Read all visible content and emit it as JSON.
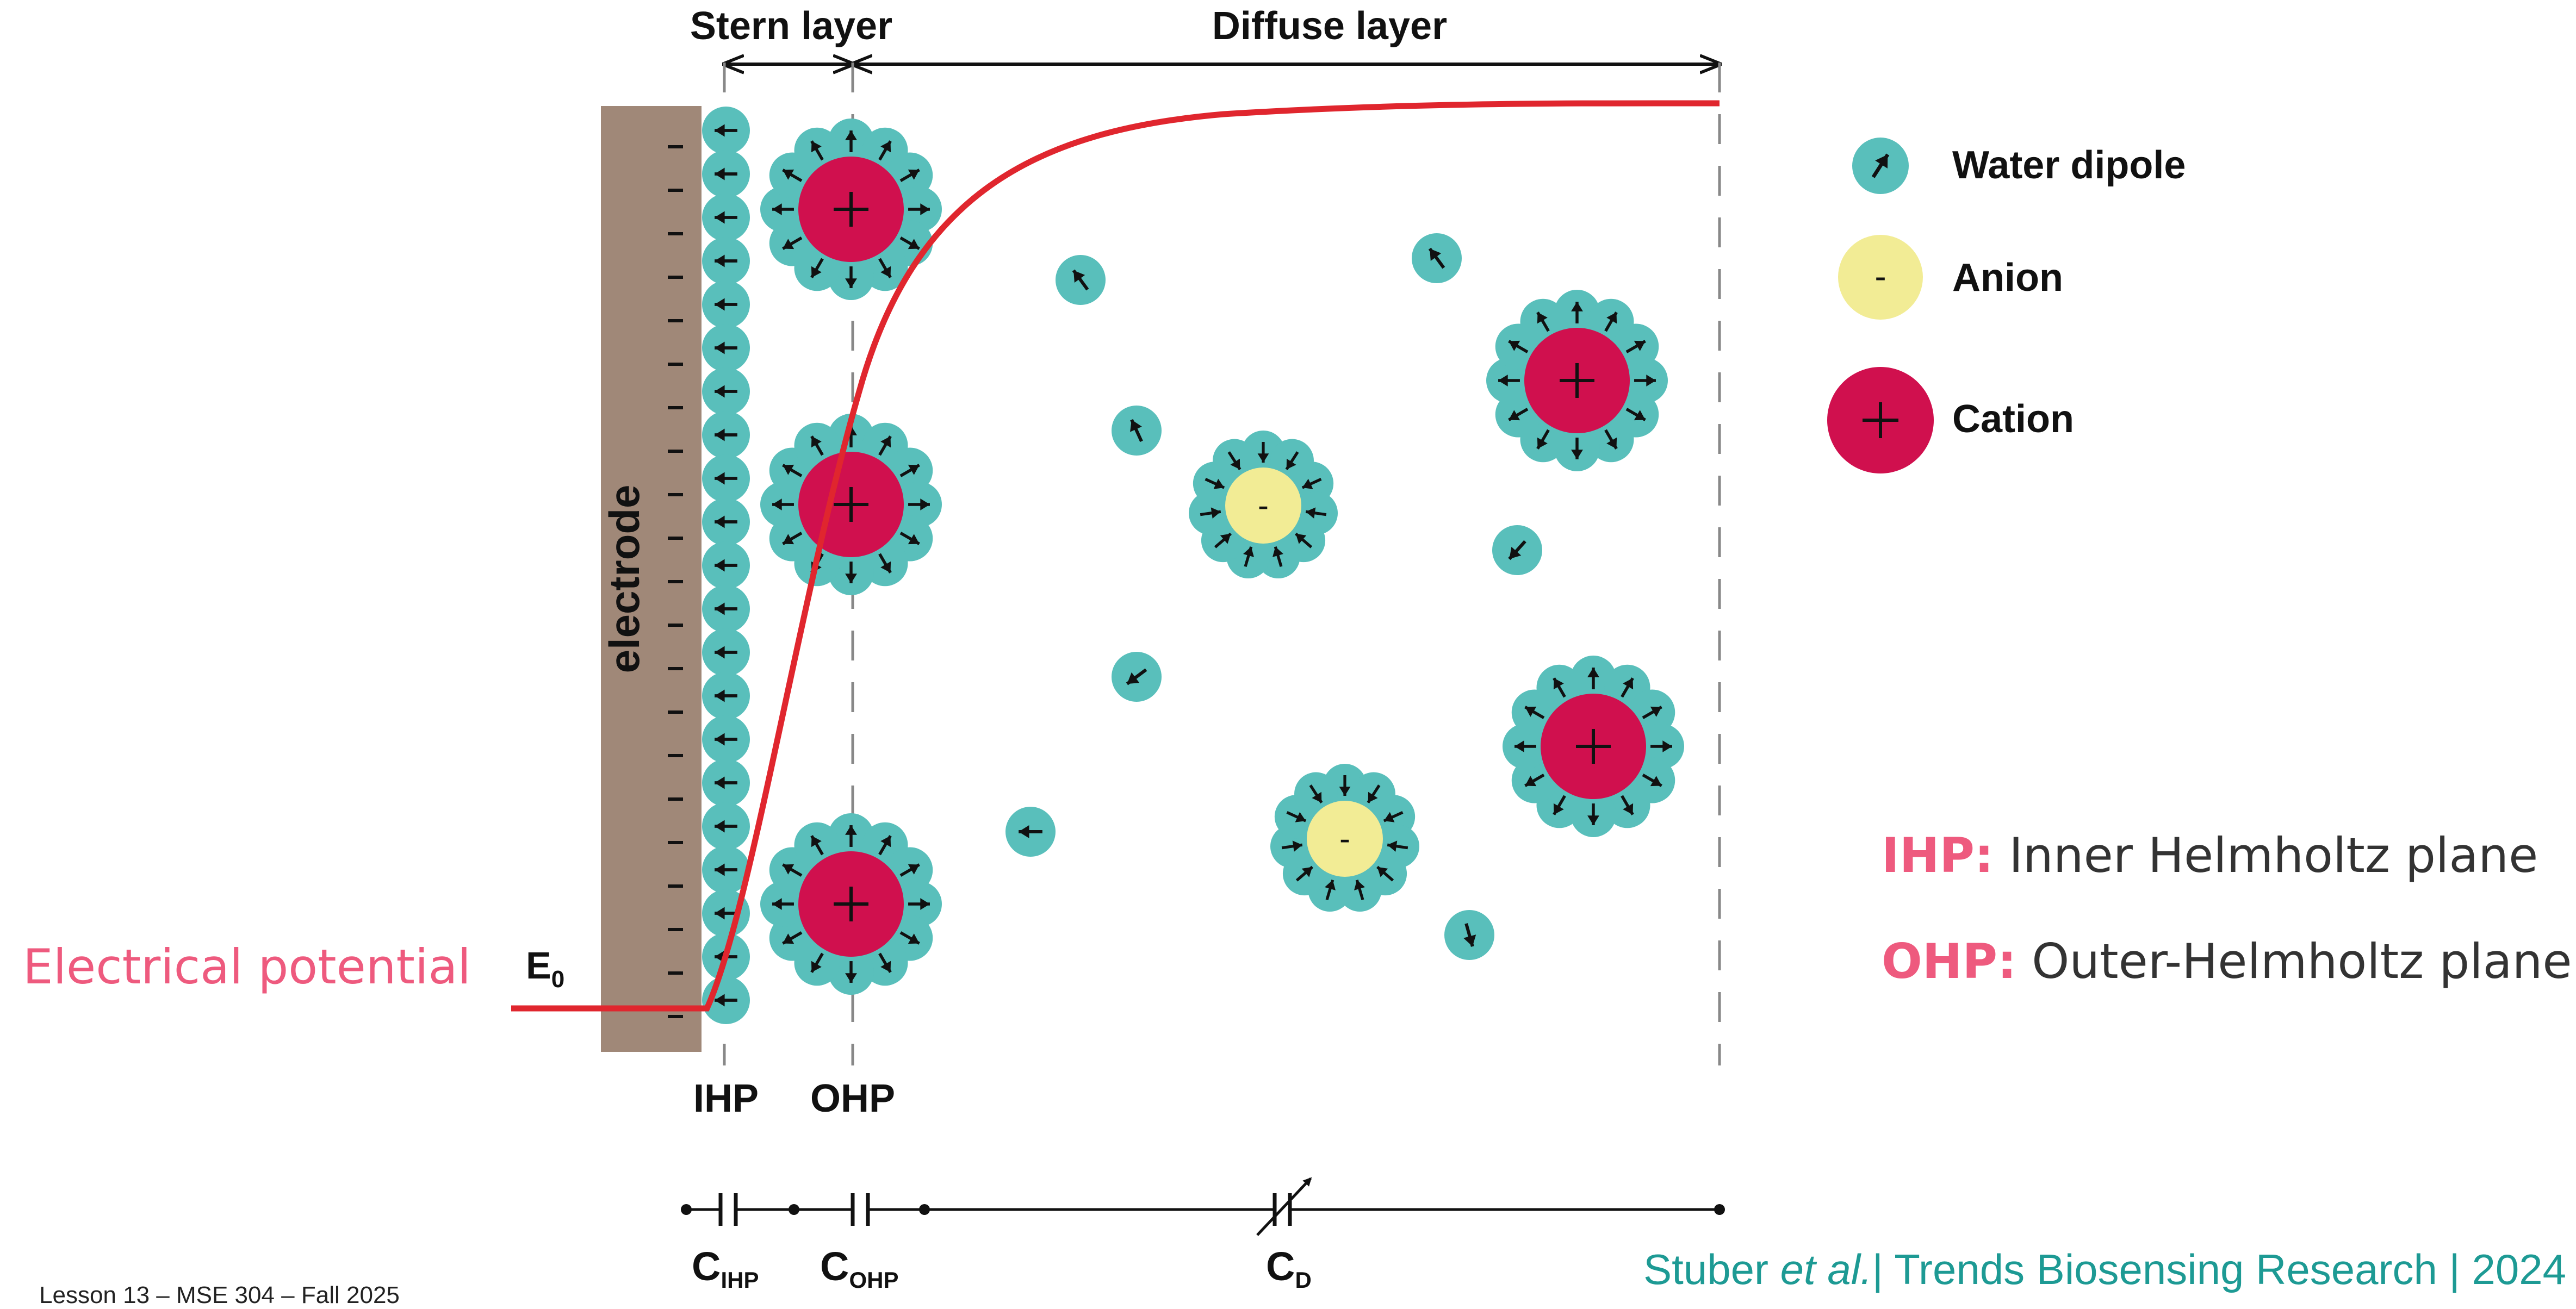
{
  "layers": {
    "stern": "Stern layer",
    "diffuse": "Diffuse layer"
  },
  "electrode_label": "electrode",
  "potential": {
    "label": "E",
    "subscript": "0"
  },
  "planes": {
    "ihp": "IHP",
    "ohp": "OHP"
  },
  "capacitors": [
    {
      "main": "C",
      "sub": "IHP"
    },
    {
      "main": "C",
      "sub": "OHP"
    },
    {
      "main": "C",
      "sub": "D"
    }
  ],
  "legend": [
    {
      "label": "Water dipole",
      "symbol": ""
    },
    {
      "label": "Anion",
      "symbol": "-"
    },
    {
      "label": "Cation",
      "symbol": "+"
    }
  ],
  "side_label": "Electrical potential",
  "definitions": [
    {
      "term": "IHP:",
      "text": "Inner Helmholtz plane"
    },
    {
      "term": "OHP:",
      "text": "Outer-Helmholtz plane"
    }
  ],
  "ion_signs": {
    "cation": "+",
    "anion": "-"
  },
  "footer": {
    "lesson": "Lesson 13 – MSE 304 – Fall 2025",
    "citation_pre": "Stuber ",
    "citation_em": "et al.",
    "citation_post": "| Trends Biosensing Research | 2024"
  },
  "colors": {
    "water": "#59bfbb",
    "cation": "#d0104e",
    "anion": "#f2ec95",
    "curve": "#e0262e",
    "electrode": "#a08878",
    "accent": "#ee5a7e",
    "citation": "#1d9a94"
  }
}
